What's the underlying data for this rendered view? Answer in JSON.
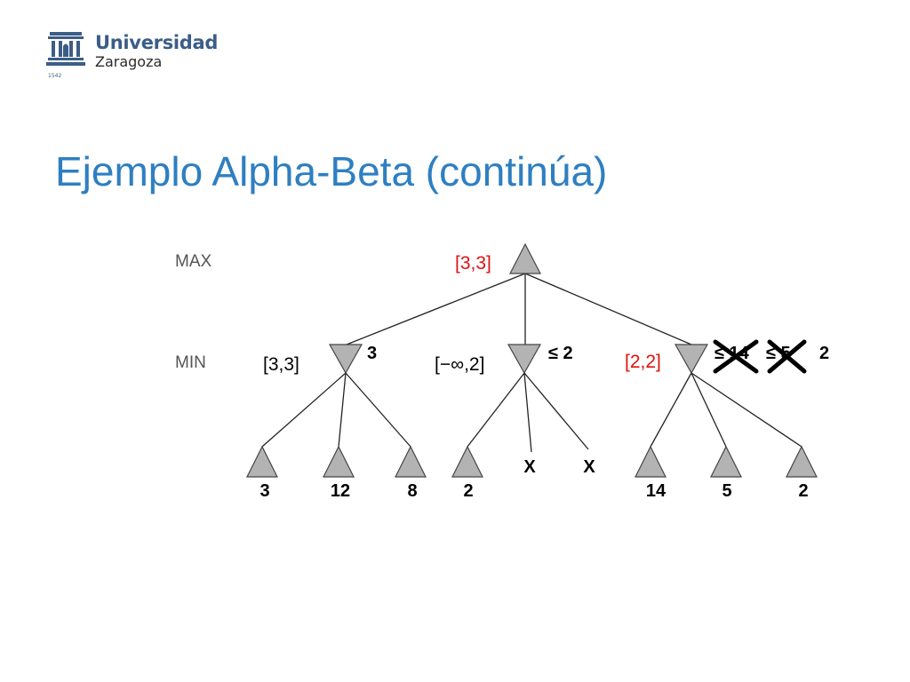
{
  "logo": {
    "name": "Universidad",
    "city": "Zaragoza",
    "year": "1542"
  },
  "title": "Ejemplo Alpha-Beta (continúa)",
  "levels": {
    "max": "MAX",
    "min": "MIN"
  },
  "root": {
    "interval": "[3,3]"
  },
  "min_nodes": [
    {
      "interval": "[3,3]",
      "value": "3"
    },
    {
      "interval": "[−∞,2]",
      "value": "≤ 2"
    },
    {
      "interval": "[2,2]",
      "crossed": [
        "≤ 14",
        "≤ 5"
      ],
      "value": "2"
    }
  ],
  "leaves": [
    "3",
    "12",
    "8",
    "2",
    "X",
    "X",
    "14",
    "5",
    "2"
  ],
  "colors": {
    "title": "#2e7fc1",
    "interval_highlight": "#e01010",
    "node_fill": "#b3b3b3",
    "logo": "#3b5d86"
  }
}
